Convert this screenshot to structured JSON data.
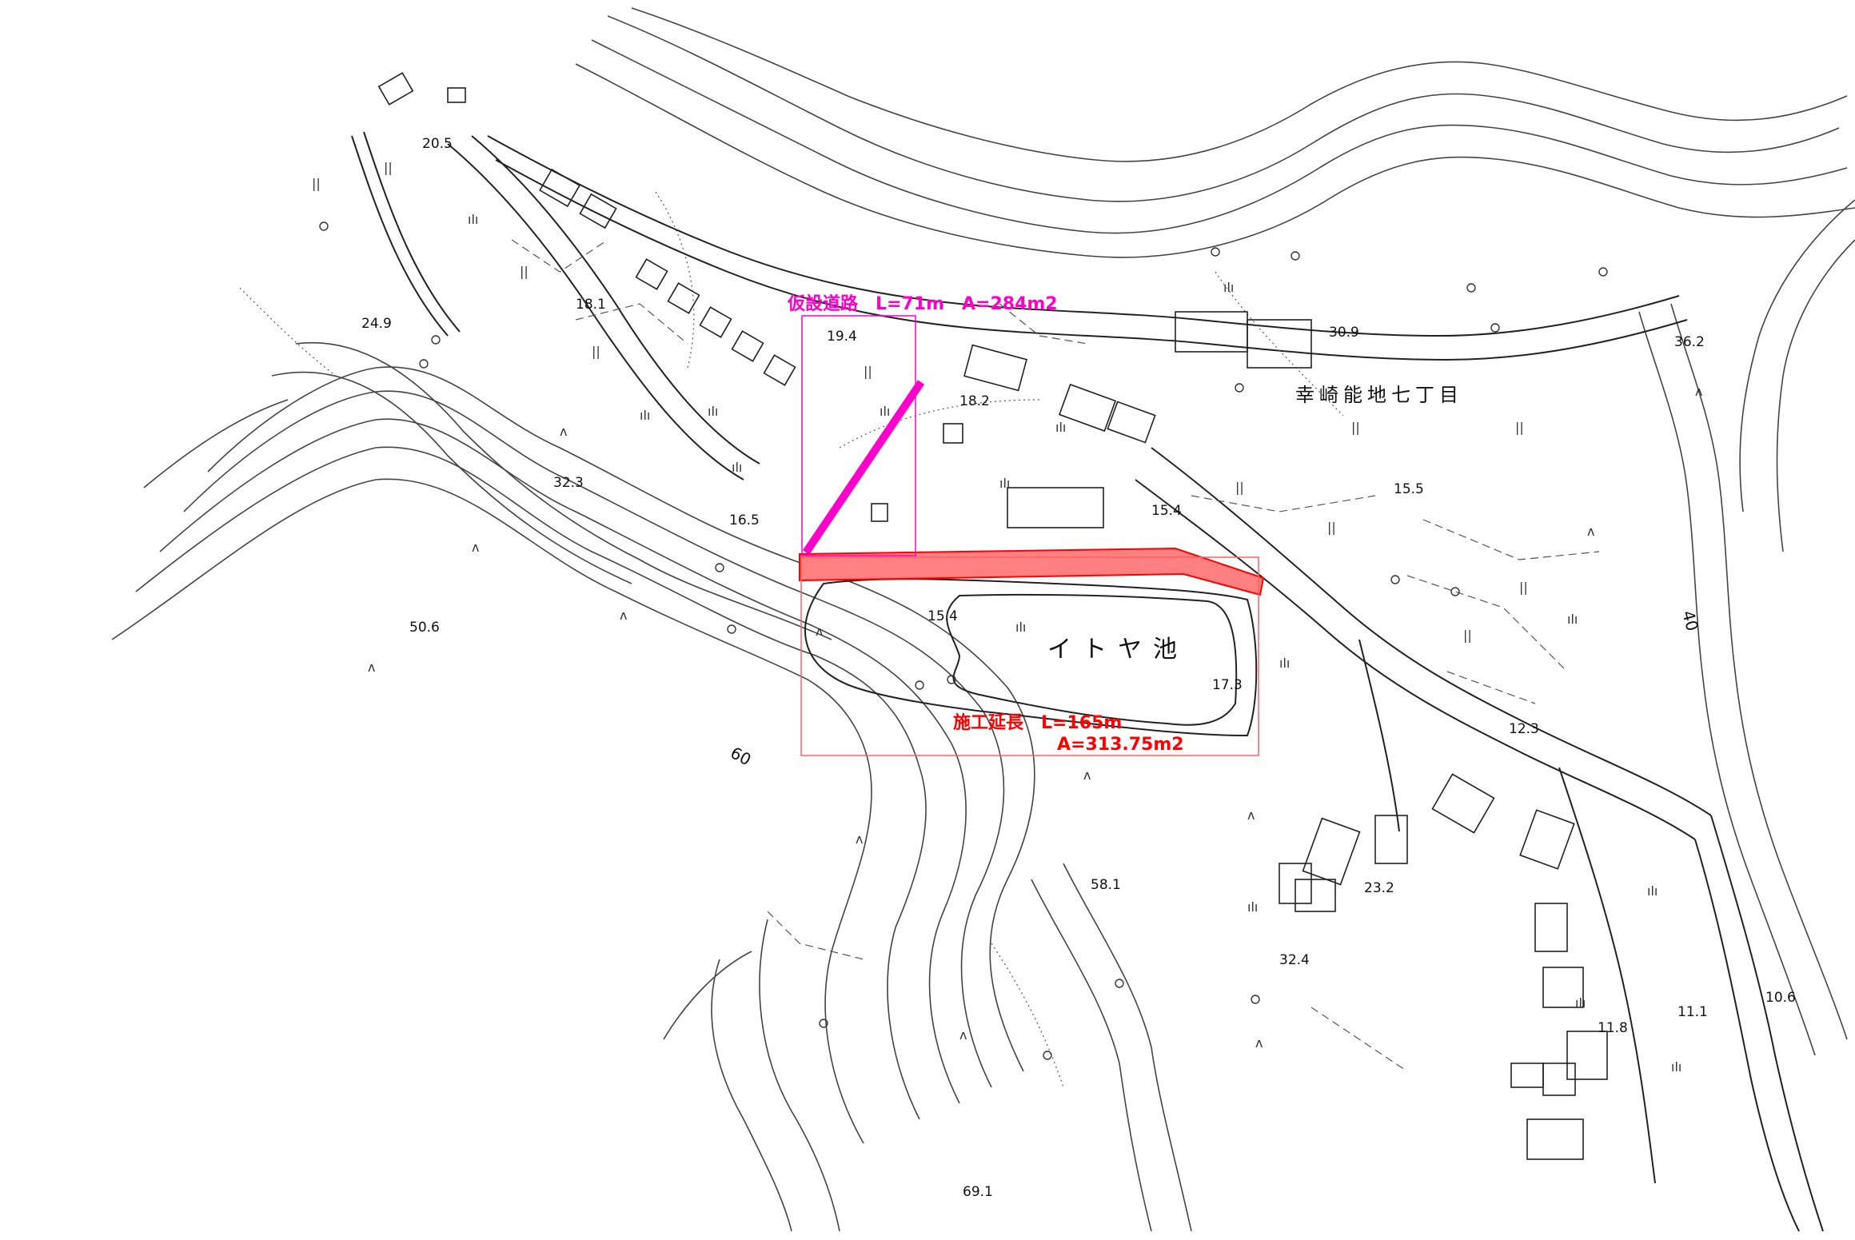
{
  "map": {
    "place_name": "幸崎能地七丁目",
    "pond_name": "イトヤ池",
    "annotations": {
      "temporary_road": "仮設道路　L=71m　A=284m2",
      "construction_length": "施工延長　L=165m",
      "construction_area": "A=313.75m2"
    },
    "contour_labels": [
      "60",
      "40"
    ],
    "spot_elevations": [
      "20.5",
      "24.9",
      "18.1",
      "19.4",
      "18.2",
      "32.3",
      "16.5",
      "50.6",
      "15.4",
      "15.4",
      "30.9",
      "36.2",
      "15.5",
      "17.3",
      "12.3",
      "58.1",
      "23.2",
      "32.4",
      "11.8",
      "11.1",
      "10.6",
      "69.1"
    ],
    "colors": {
      "temporary_road": "#ff00cc",
      "construction_area": "#ff0000",
      "construction_fill": "#ff8080",
      "linework": "#222222"
    }
  }
}
